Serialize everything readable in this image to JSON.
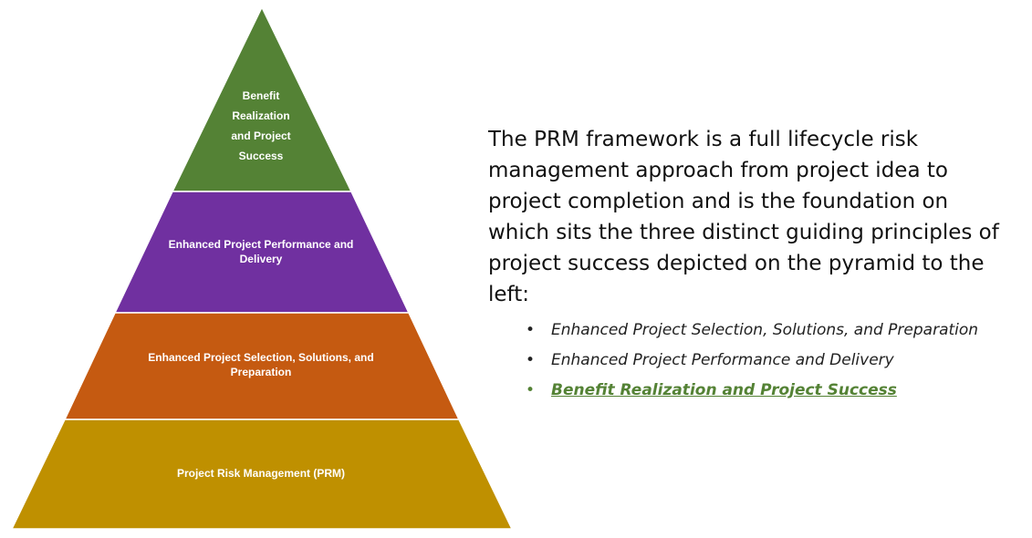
{
  "pyramid": {
    "tiers": [
      {
        "label": "Benefit\nRealization\nand Project\nSuccess",
        "color": "#548235"
      },
      {
        "label": "Enhanced Project Performance and Delivery",
        "color": "#7030A0"
      },
      {
        "label": "Enhanced Project Selection, Solutions, and Preparation",
        "color": "#C55A11"
      },
      {
        "label": "Project  Risk Management (PRM)",
        "color": "#BF9000"
      }
    ]
  },
  "description": "The PRM framework is a full lifecycle risk management approach from project idea to project completion and is the foundation on which sits the three distinct guiding principles of project success depicted on the pyramid to the left:",
  "principles": [
    {
      "bullet": "•",
      "text": "Enhanced Project Selection, Solutions, and Preparation"
    },
    {
      "bullet": "•",
      "text": "Enhanced Project Performance and Delivery"
    },
    {
      "bullet": "•",
      "text": "Benefit Realization and Project Success",
      "highlight_color": "#548235"
    }
  ]
}
